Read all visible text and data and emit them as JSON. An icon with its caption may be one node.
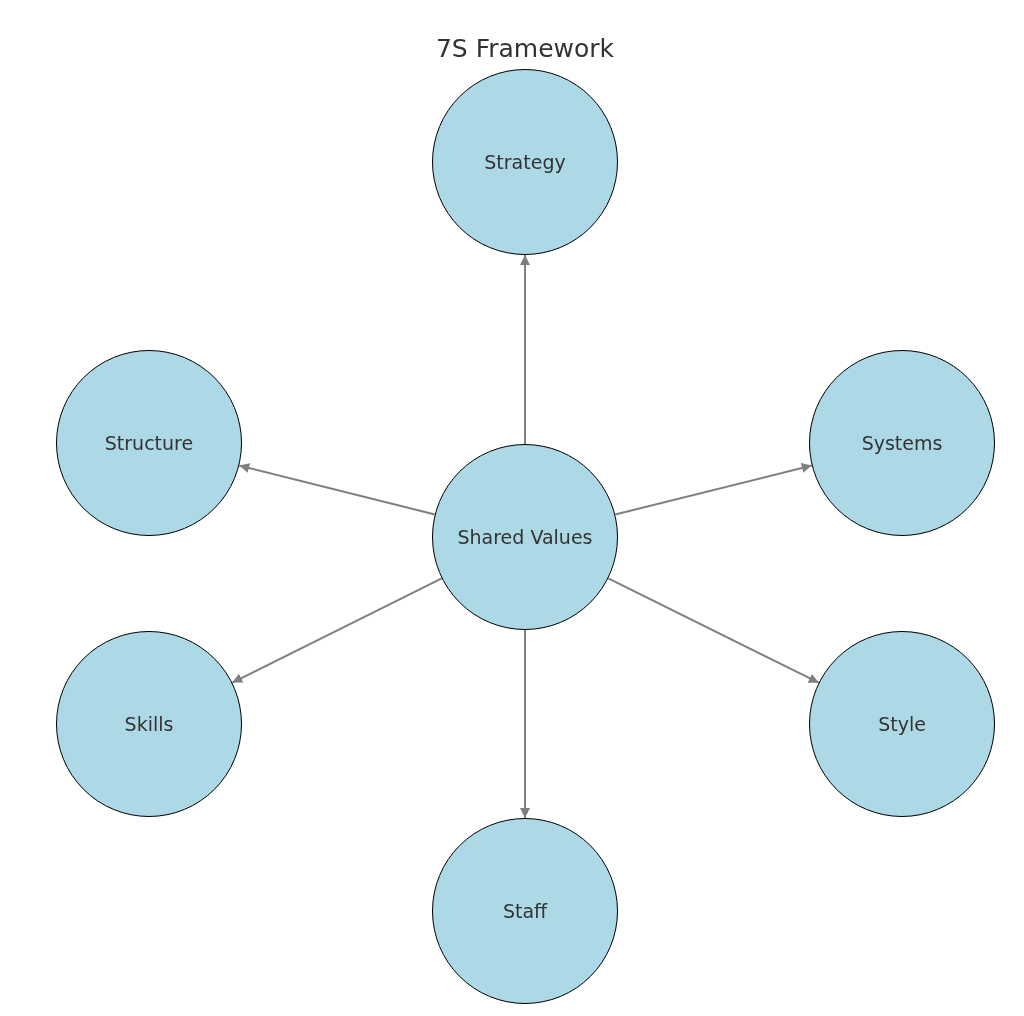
{
  "diagram": {
    "title": "7S Framework",
    "nodes": [
      {
        "text": [
          "Strategy"
        ]
      },
      {
        "text": [
          "Structure"
        ]
      },
      {
        "text": [
          "Systems"
        ]
      },
      {
        "text": [
          "Shared Values"
        ]
      },
      {
        "text": [
          "Skills"
        ]
      },
      {
        "text": [
          "Style"
        ]
      },
      {
        "text": [
          "Staff"
        ]
      }
    ],
    "edges": [
      {
        "from": 3,
        "to": 0,
        "arrow": "to"
      },
      {
        "from": 3,
        "to": 1,
        "arrow": "to"
      },
      {
        "from": 3,
        "to": 2,
        "arrow": "to"
      },
      {
        "from": 3,
        "to": 4,
        "arrow": "to"
      },
      {
        "from": 3,
        "to": 5,
        "arrow": "to"
      },
      {
        "from": 3,
        "to": 6,
        "arrow": "to"
      }
    ]
  }
}
